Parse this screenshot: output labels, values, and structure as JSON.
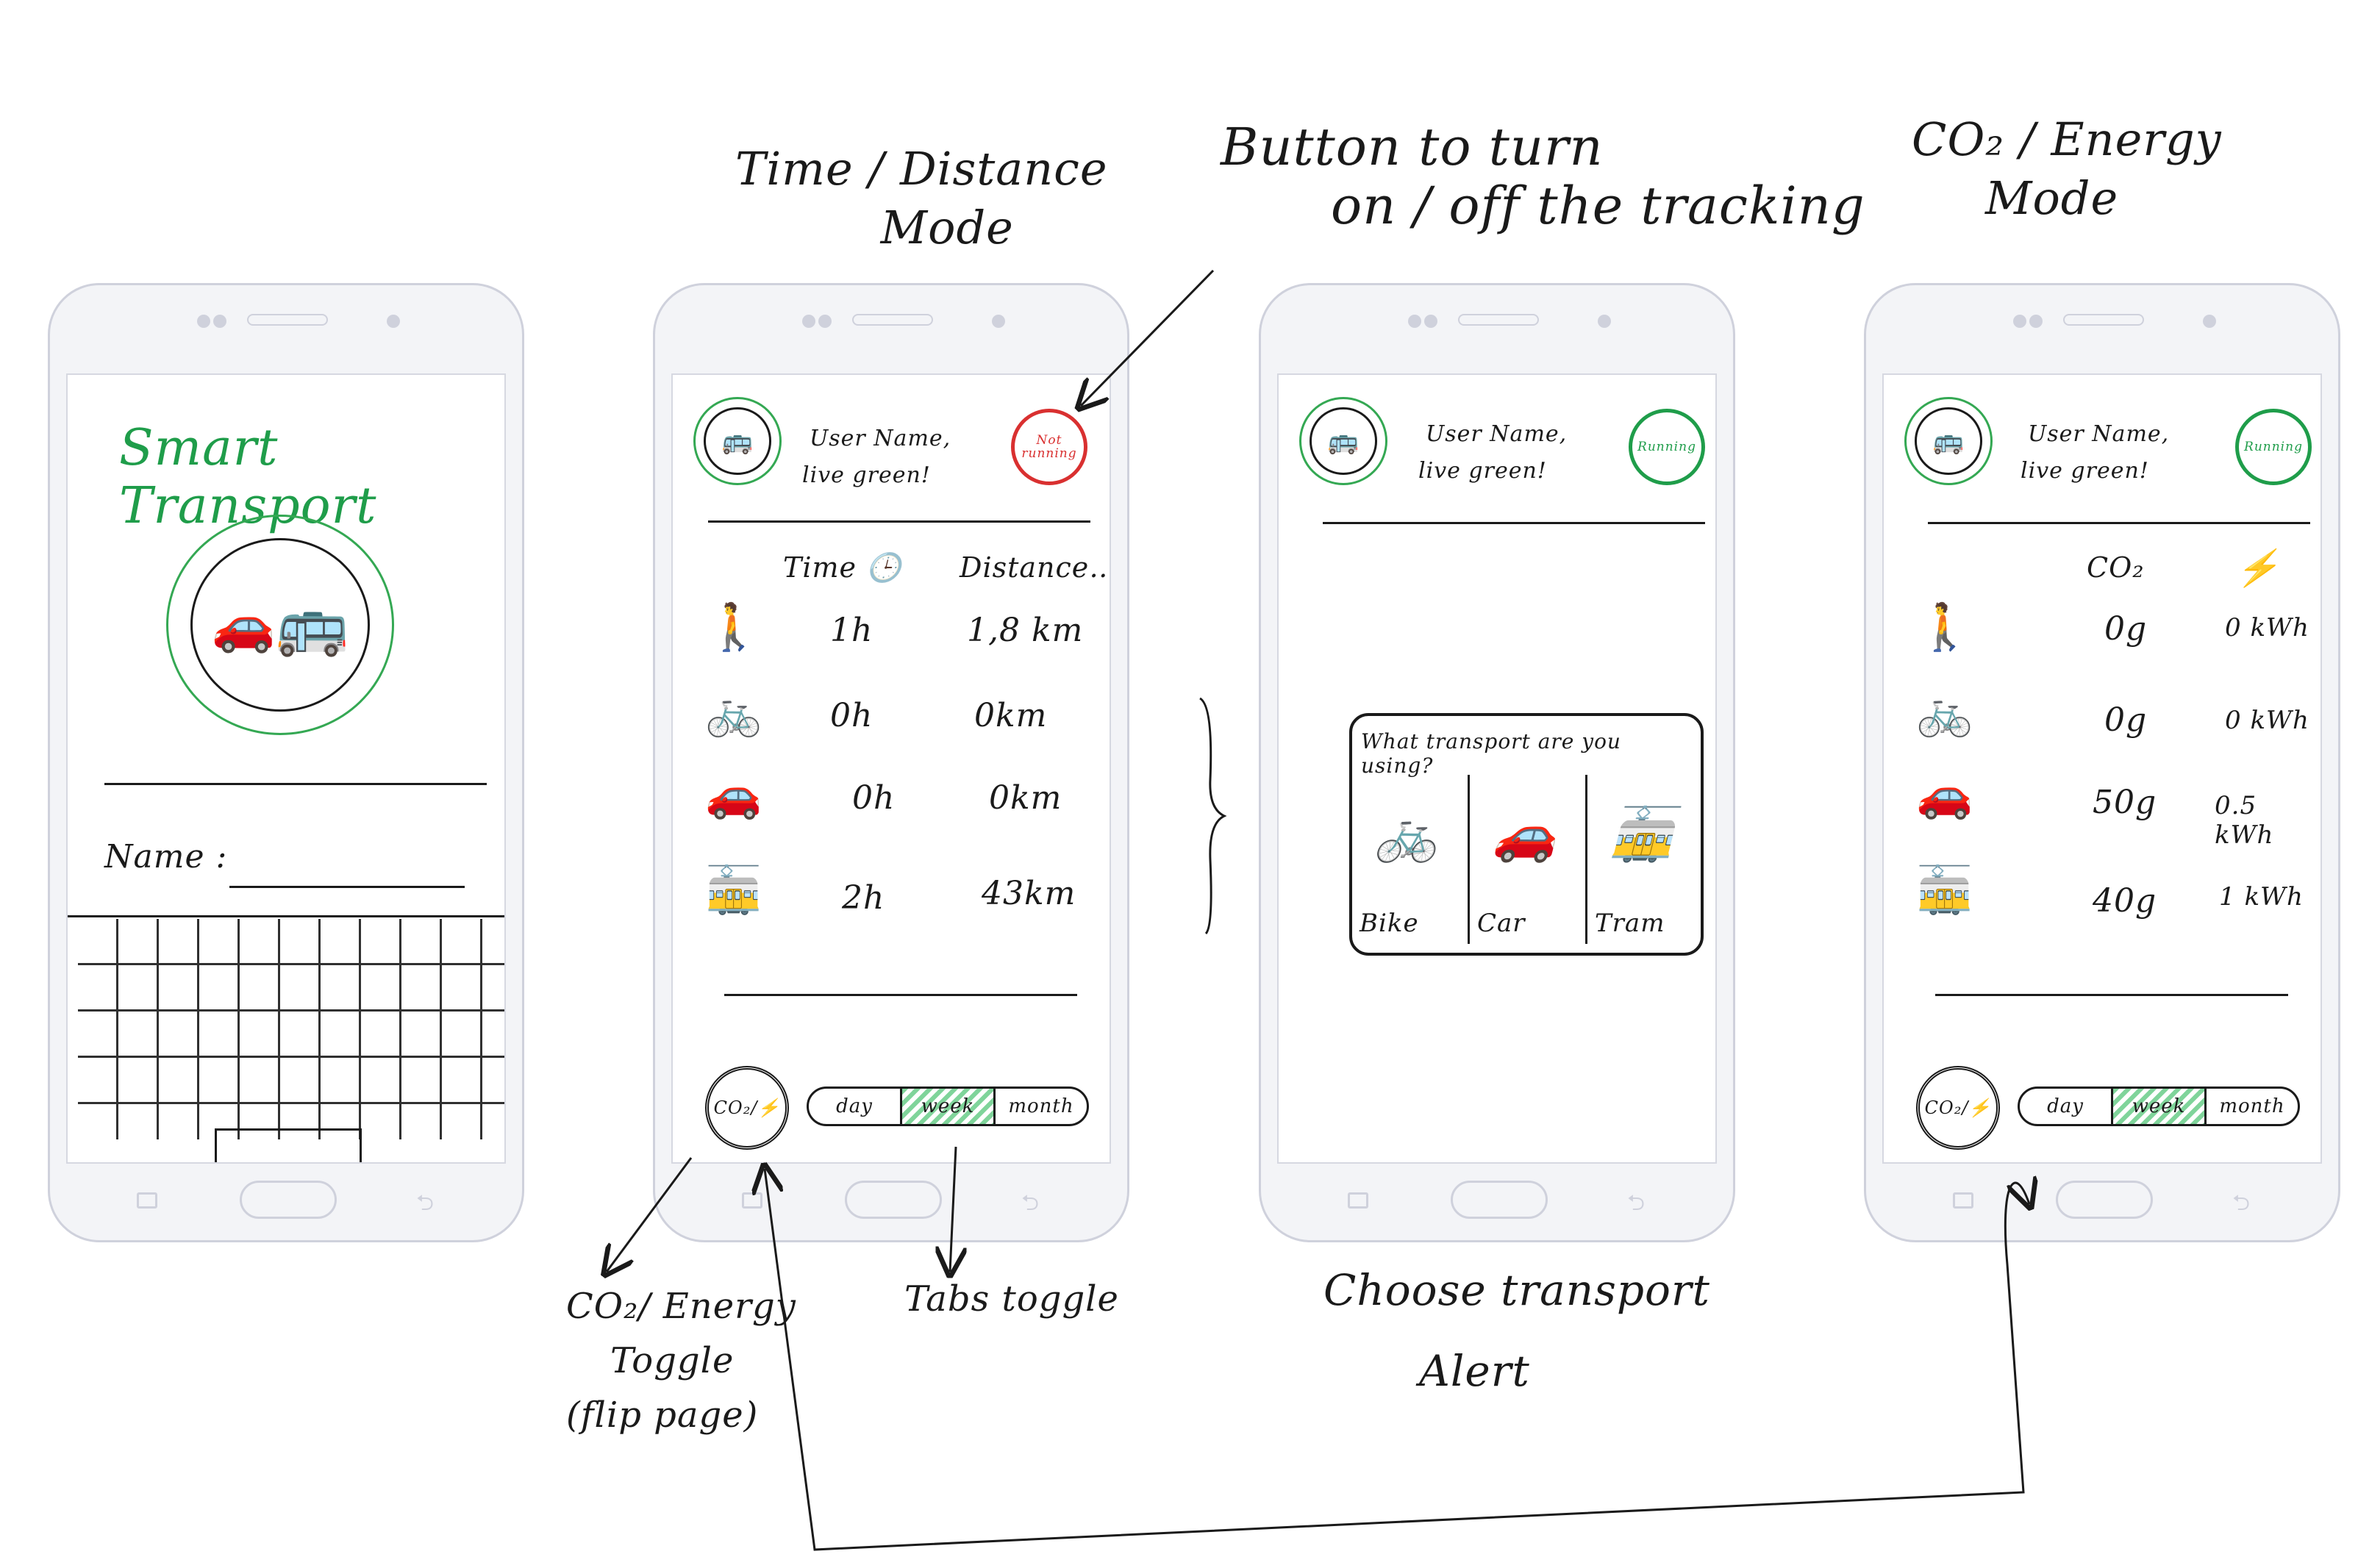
{
  "annotations": {
    "time_distance_mode": [
      "Time / Distance",
      "Mode"
    ],
    "button_tracking": [
      "Button to turn",
      "on / off the tracking"
    ],
    "co2_energy_mode": [
      "CO₂ / Energy",
      "Mode"
    ],
    "co2_toggle": [
      "CO₂/ Energy",
      "Toggle",
      "(flip page)"
    ],
    "tabs_toggle": "Tabs toggle",
    "choose_transport": [
      "Choose transport",
      "Alert"
    ]
  },
  "screen1": {
    "title": "Smart Transport",
    "name_label": "Name :"
  },
  "header": {
    "greeting": [
      "User Name,",
      "live green!"
    ],
    "status_off": [
      "Not",
      "running"
    ],
    "status_on": "Running"
  },
  "screen2": {
    "col_time": "Time",
    "col_distance": "Distance",
    "rows": [
      {
        "icon": "walk-icon",
        "glyph": "🚶",
        "time": "1h",
        "distance": "1,8 km"
      },
      {
        "icon": "bike-icon",
        "glyph": "🚲",
        "time": "0h",
        "distance": "0km"
      },
      {
        "icon": "car-icon",
        "glyph": "🚗",
        "time": "0h",
        "distance": "0km"
      },
      {
        "icon": "tram-icon",
        "glyph": "🚋",
        "time": "2h",
        "distance": "43km"
      }
    ],
    "toggle_label": "CO₂/⚡"
  },
  "tabs": [
    "day",
    "week",
    "month"
  ],
  "alert": {
    "question": "What transport are you using?",
    "options": [
      {
        "icon": "bike-icon",
        "glyph": "🚲",
        "label": "Bike"
      },
      {
        "icon": "car-icon",
        "glyph": "🚗",
        "label": "Car"
      },
      {
        "icon": "tram-icon",
        "glyph": "🚋",
        "label": "Tram"
      }
    ]
  },
  "screen4": {
    "col_co2": "CO₂",
    "col_energy": "⚡",
    "rows": [
      {
        "icon": "walk-icon",
        "glyph": "🚶",
        "co2": "0g",
        "energy": "0 kWh"
      },
      {
        "icon": "bike-icon",
        "glyph": "🚲",
        "co2": "0g",
        "energy": "0 kWh"
      },
      {
        "icon": "car-icon",
        "glyph": "🚗",
        "co2": "50g",
        "energy": "0.5 kWh"
      },
      {
        "icon": "tram-icon",
        "glyph": "🚋",
        "co2": "40g",
        "energy": "1 kWh"
      }
    ]
  },
  "colors": {
    "green": "#1f9d4a",
    "red": "#d93030",
    "ink": "#1a1a1a",
    "phone": "#cfd1dc"
  }
}
